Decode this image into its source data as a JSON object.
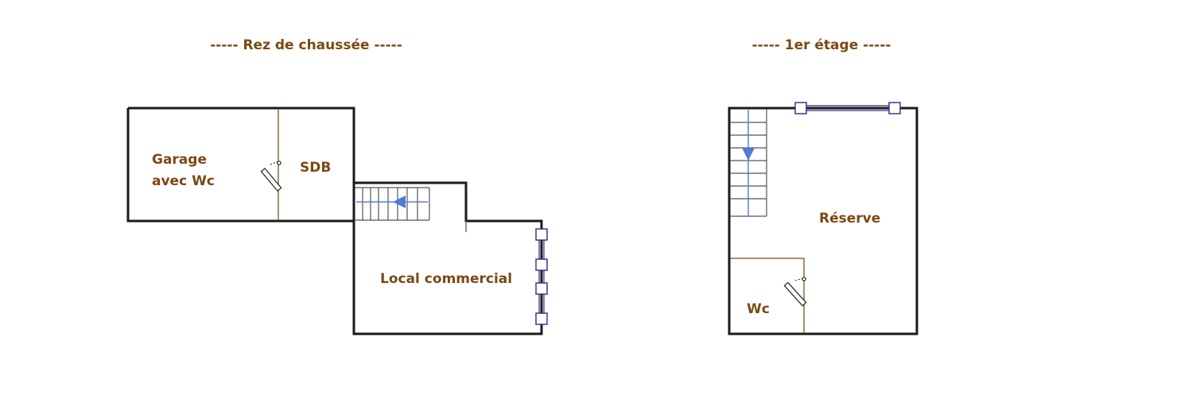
{
  "floors": [
    {
      "title": "----- Rez de chaussée -----",
      "rooms": [
        "Garage",
        "avec Wc",
        "SDB",
        "Local commercial"
      ]
    },
    {
      "title": "----- 1er étage -----",
      "rooms": [
        "Réserve",
        "Wc"
      ]
    }
  ],
  "colors": {
    "label": "#7a4a14",
    "wall": "#1a1a1a",
    "partition": "#8a6a3e",
    "stair_arrow": "#4f7ad6",
    "window": "#2b2b8a"
  }
}
